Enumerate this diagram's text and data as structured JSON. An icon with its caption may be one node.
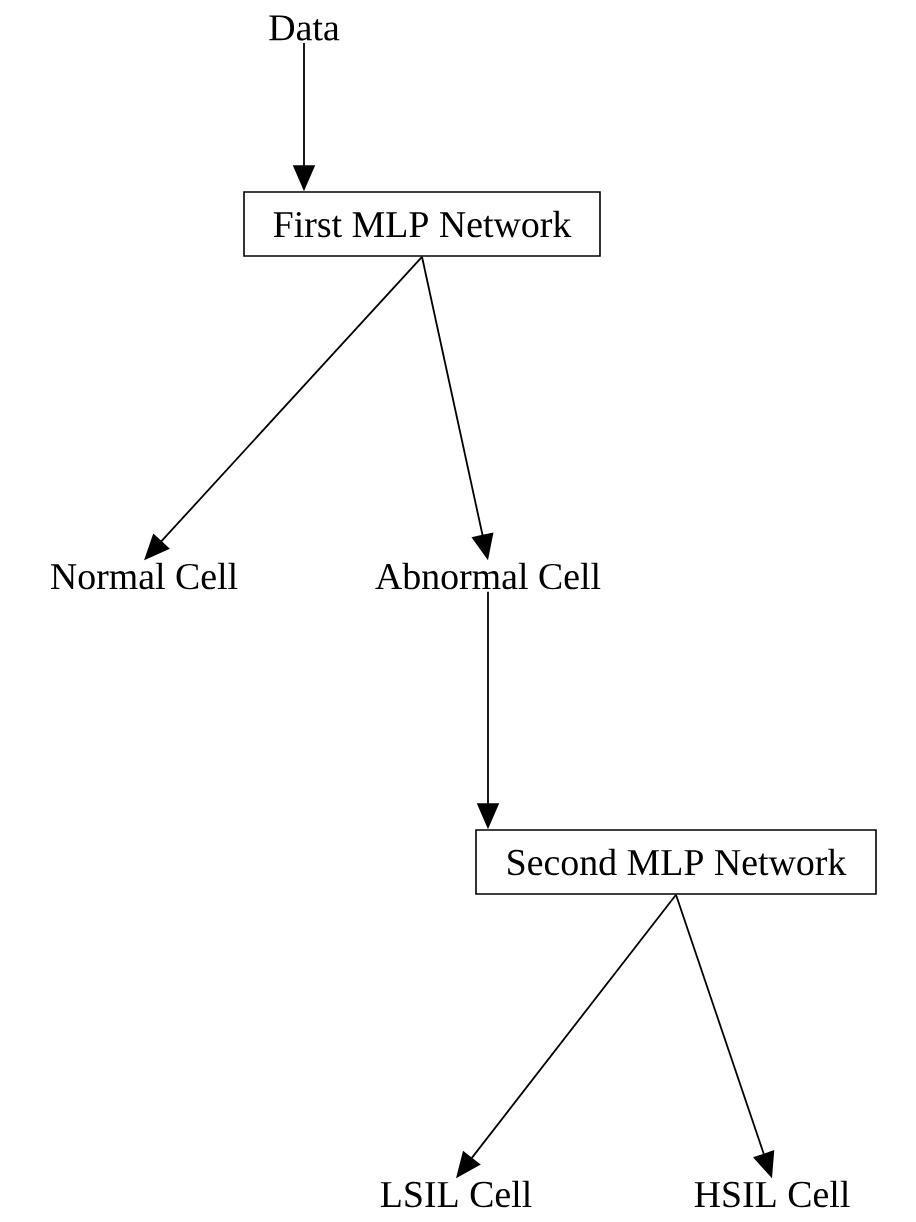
{
  "diagram": {
    "nodes": [
      {
        "text": [
          "Data"
        ]
      },
      {
        "text": [
          "First MLP Network"
        ]
      },
      {
        "text": [
          "Normal Cell"
        ]
      },
      {
        "text": [
          "Abnormal Cell"
        ]
      },
      {
        "text": [
          "Second MLP Network"
        ]
      },
      {
        "text": [
          "LSIL Cell"
        ]
      },
      {
        "text": [
          "HSIL Cell"
        ]
      }
    ],
    "edges": [
      {
        "from": 0,
        "to": 1,
        "arrow": "to"
      },
      {
        "from": 1,
        "to": 2,
        "arrow": "to"
      },
      {
        "from": 1,
        "to": 3,
        "arrow": "to"
      },
      {
        "from": 3,
        "to": 4,
        "arrow": "to"
      },
      {
        "from": 4,
        "to": 5,
        "arrow": "to"
      },
      {
        "from": 4,
        "to": 6,
        "arrow": "to"
      }
    ]
  }
}
